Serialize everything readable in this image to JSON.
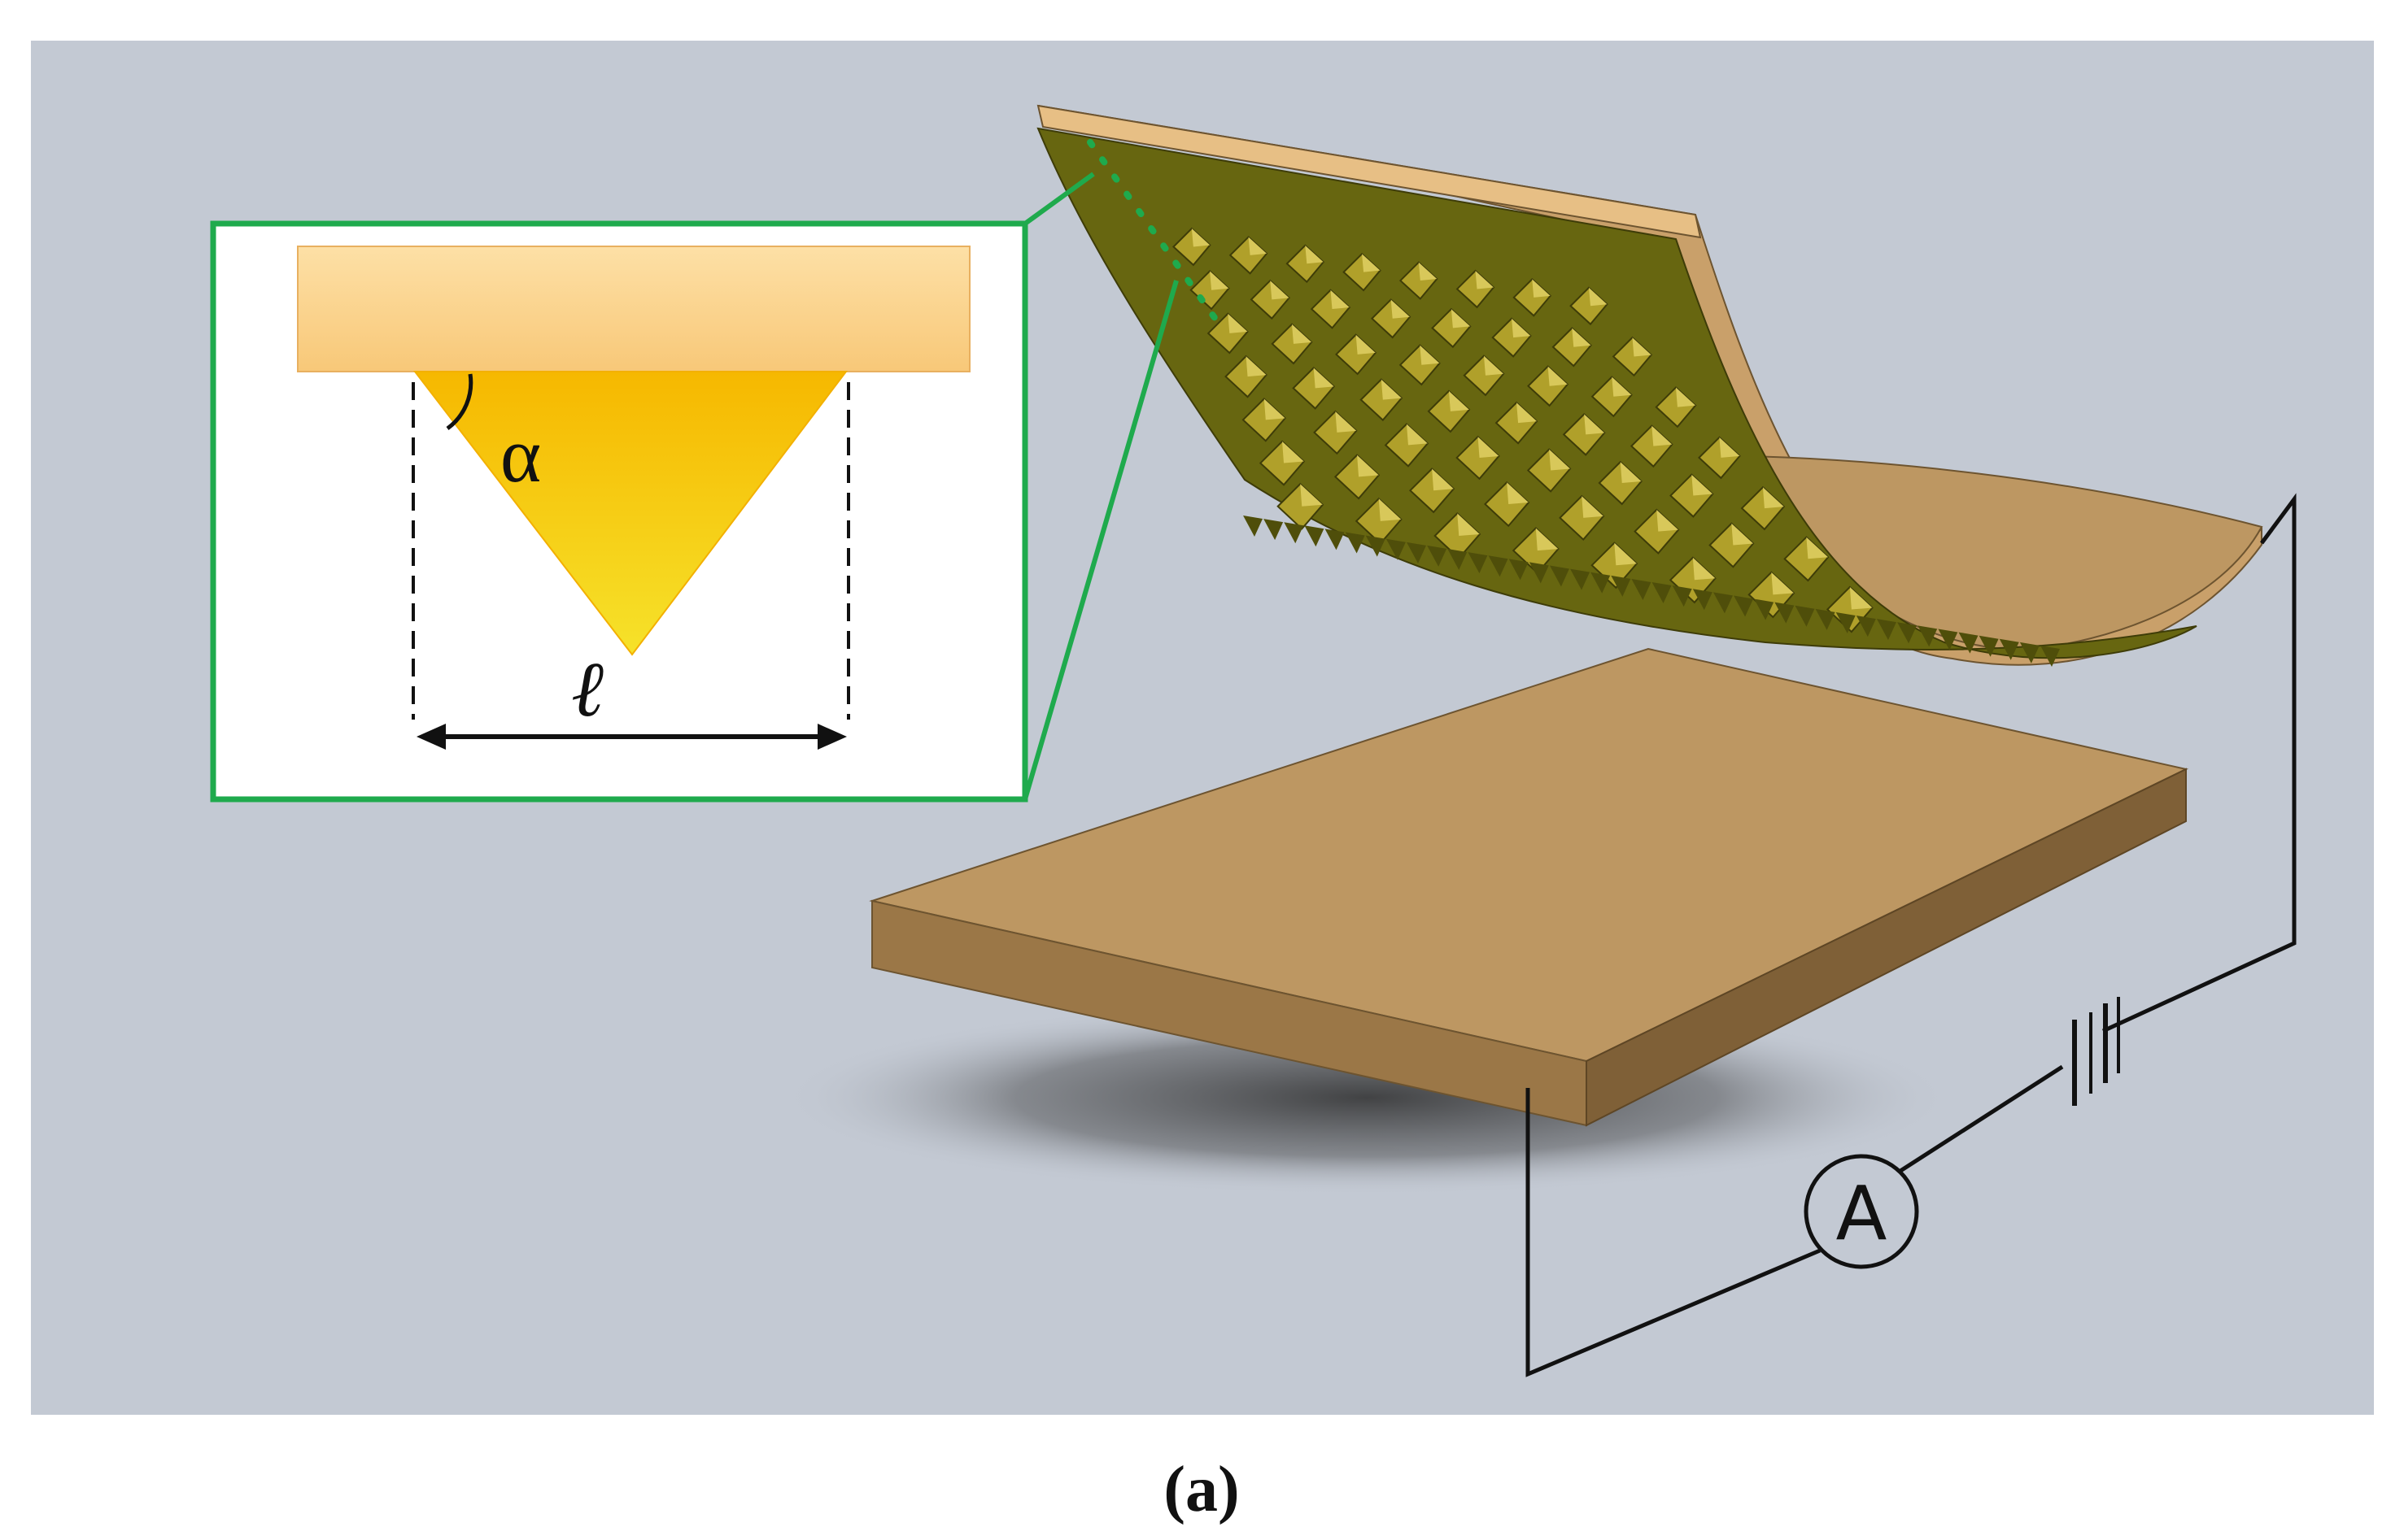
{
  "figure": {
    "caption": "(a)",
    "labels": {
      "angle": "α",
      "length": "ℓ",
      "ammeter": "A"
    },
    "parts": [
      "inset-zoom-box",
      "flexible-film-with-pyramid-microstructures",
      "bottom-electrode-plate",
      "battery",
      "ammeter",
      "circuit-wires"
    ],
    "colors": {
      "background": "#c3c9d3",
      "inset_border": "#1faa4d",
      "inset_substrate": "#fcd48c",
      "pyramid_top": "#f6b800",
      "pyramid_bottom": "#f6e22a",
      "film_surface": "#6a6a0e",
      "film_backing": "#c9a06a",
      "plate_top": "#bd9762",
      "plate_front": "#9b7747",
      "plate_side": "#7f6037",
      "wire": "#111111"
    },
    "pyramid_grid": {
      "rows": 7,
      "columns": 8
    }
  }
}
